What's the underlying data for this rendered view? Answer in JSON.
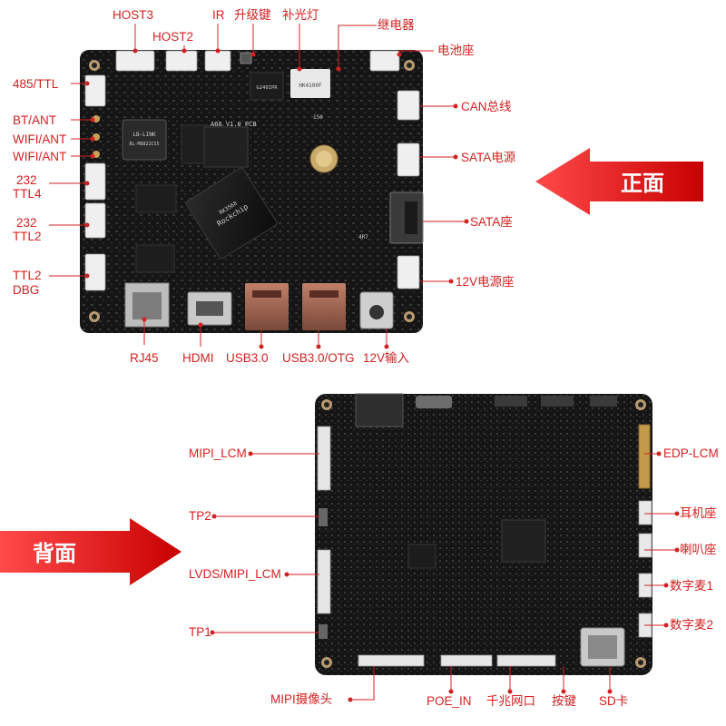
{
  "front": {
    "banner": "正面",
    "labels": [
      {
        "key": "host3",
        "text": "HOST3"
      },
      {
        "key": "host2",
        "text": "HOST2"
      },
      {
        "key": "ir",
        "text": "IR"
      },
      {
        "key": "upgrade",
        "text": "升级键"
      },
      {
        "key": "fill_light",
        "text": "补光灯"
      },
      {
        "key": "relay",
        "text": "继电器"
      },
      {
        "key": "battery",
        "text": "电池座"
      },
      {
        "key": "rs485",
        "text": "485/TTL"
      },
      {
        "key": "bt_ant",
        "text": "BT/ANT"
      },
      {
        "key": "wifi_ant1",
        "text": "WIFI/ANT"
      },
      {
        "key": "wifi_ant2",
        "text": "WIFI/ANT"
      },
      {
        "key": "ttl4_a",
        "text": "232"
      },
      {
        "key": "ttl4_b",
        "text": "TTL4"
      },
      {
        "key": "ttl2_a",
        "text": "232"
      },
      {
        "key": "ttl2_b",
        "text": "TTL2"
      },
      {
        "key": "dbg_a",
        "text": "TTL2"
      },
      {
        "key": "dbg_b",
        "text": "DBG"
      },
      {
        "key": "can",
        "text": "CAN总线"
      },
      {
        "key": "sata_power",
        "text": "SATA电源"
      },
      {
        "key": "sata",
        "text": "SATA座"
      },
      {
        "key": "power12",
        "text": "12V电源座"
      },
      {
        "key": "rj45",
        "text": "RJ45"
      },
      {
        "key": "hdmi",
        "text": "HDMI"
      },
      {
        "key": "usb30",
        "text": "USB3.0"
      },
      {
        "key": "usb30otg",
        "text": "USB3.0/OTG"
      },
      {
        "key": "in12",
        "text": "12V输入"
      }
    ],
    "silkscreen": {
      "board": "A68 V1.0 PCB",
      "wifi_module": "BL-M8822CS5",
      "wifi_brand": "LB-LINK",
      "soc": "RK3568",
      "soc_brand": "Rockchip",
      "power_ic": "G240IPR",
      "relay_part": "HK4100F",
      "code150": "150",
      "code4R7": "4R7"
    }
  },
  "back": {
    "banner": "背面",
    "labels": [
      {
        "key": "mipi_lcm",
        "text": "MIPI_LCM"
      },
      {
        "key": "tp2",
        "text": "TP2"
      },
      {
        "key": "lvds",
        "text": "LVDS/MIPI_LCM"
      },
      {
        "key": "tp1",
        "text": "TP1"
      },
      {
        "key": "edp",
        "text": "EDP-LCM"
      },
      {
        "key": "earphone",
        "text": "耳机座"
      },
      {
        "key": "speaker",
        "text": "喇叭座"
      },
      {
        "key": "mic1",
        "text": "数字麦1"
      },
      {
        "key": "mic2",
        "text": "数字麦2"
      },
      {
        "key": "mipi_cam",
        "text": "MIPI摄像头"
      },
      {
        "key": "poe",
        "text": "POE_IN"
      },
      {
        "key": "gige",
        "text": "千兆网口"
      },
      {
        "key": "key",
        "text": "按键"
      },
      {
        "key": "sd",
        "text": "SD卡"
      }
    ]
  },
  "colors": {
    "label": "#d42020",
    "banner": "#d40000",
    "pcb": "#141414",
    "connector": "#f2f2f2",
    "copper": "#a27a5e"
  }
}
